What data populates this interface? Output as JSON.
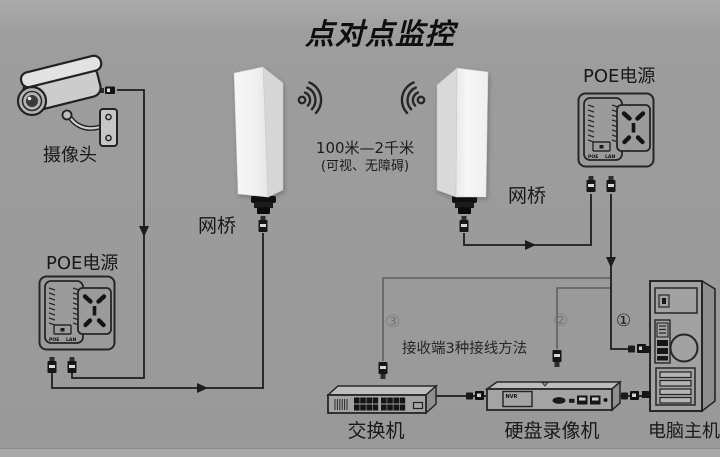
{
  "title": "点对点监控",
  "camera": {
    "label": "摄像头"
  },
  "bridges": {
    "left_label": "网桥",
    "right_label": "网桥"
  },
  "poe": {
    "left_label": "POE电源",
    "right_label": "POE电源",
    "port_poe": "POE",
    "port_lan": "LAN"
  },
  "link": {
    "line1": "100米—2千米",
    "line2": "(可视、无障碍)"
  },
  "receiver": {
    "note": "接收端3种接线方法",
    "method1": "①",
    "method2": "②",
    "method3": "③"
  },
  "devices": {
    "switch_label": "交换机",
    "dvr_label": "硬盘录像机",
    "dvr_badge": "NVR",
    "pc_label": "电脑主机"
  },
  "colors": {
    "background": "#9b9b9b",
    "wire": "#1d1d1d",
    "branch_wire": "#606060",
    "text": "#151515",
    "device_white": "#f4f4f4"
  }
}
